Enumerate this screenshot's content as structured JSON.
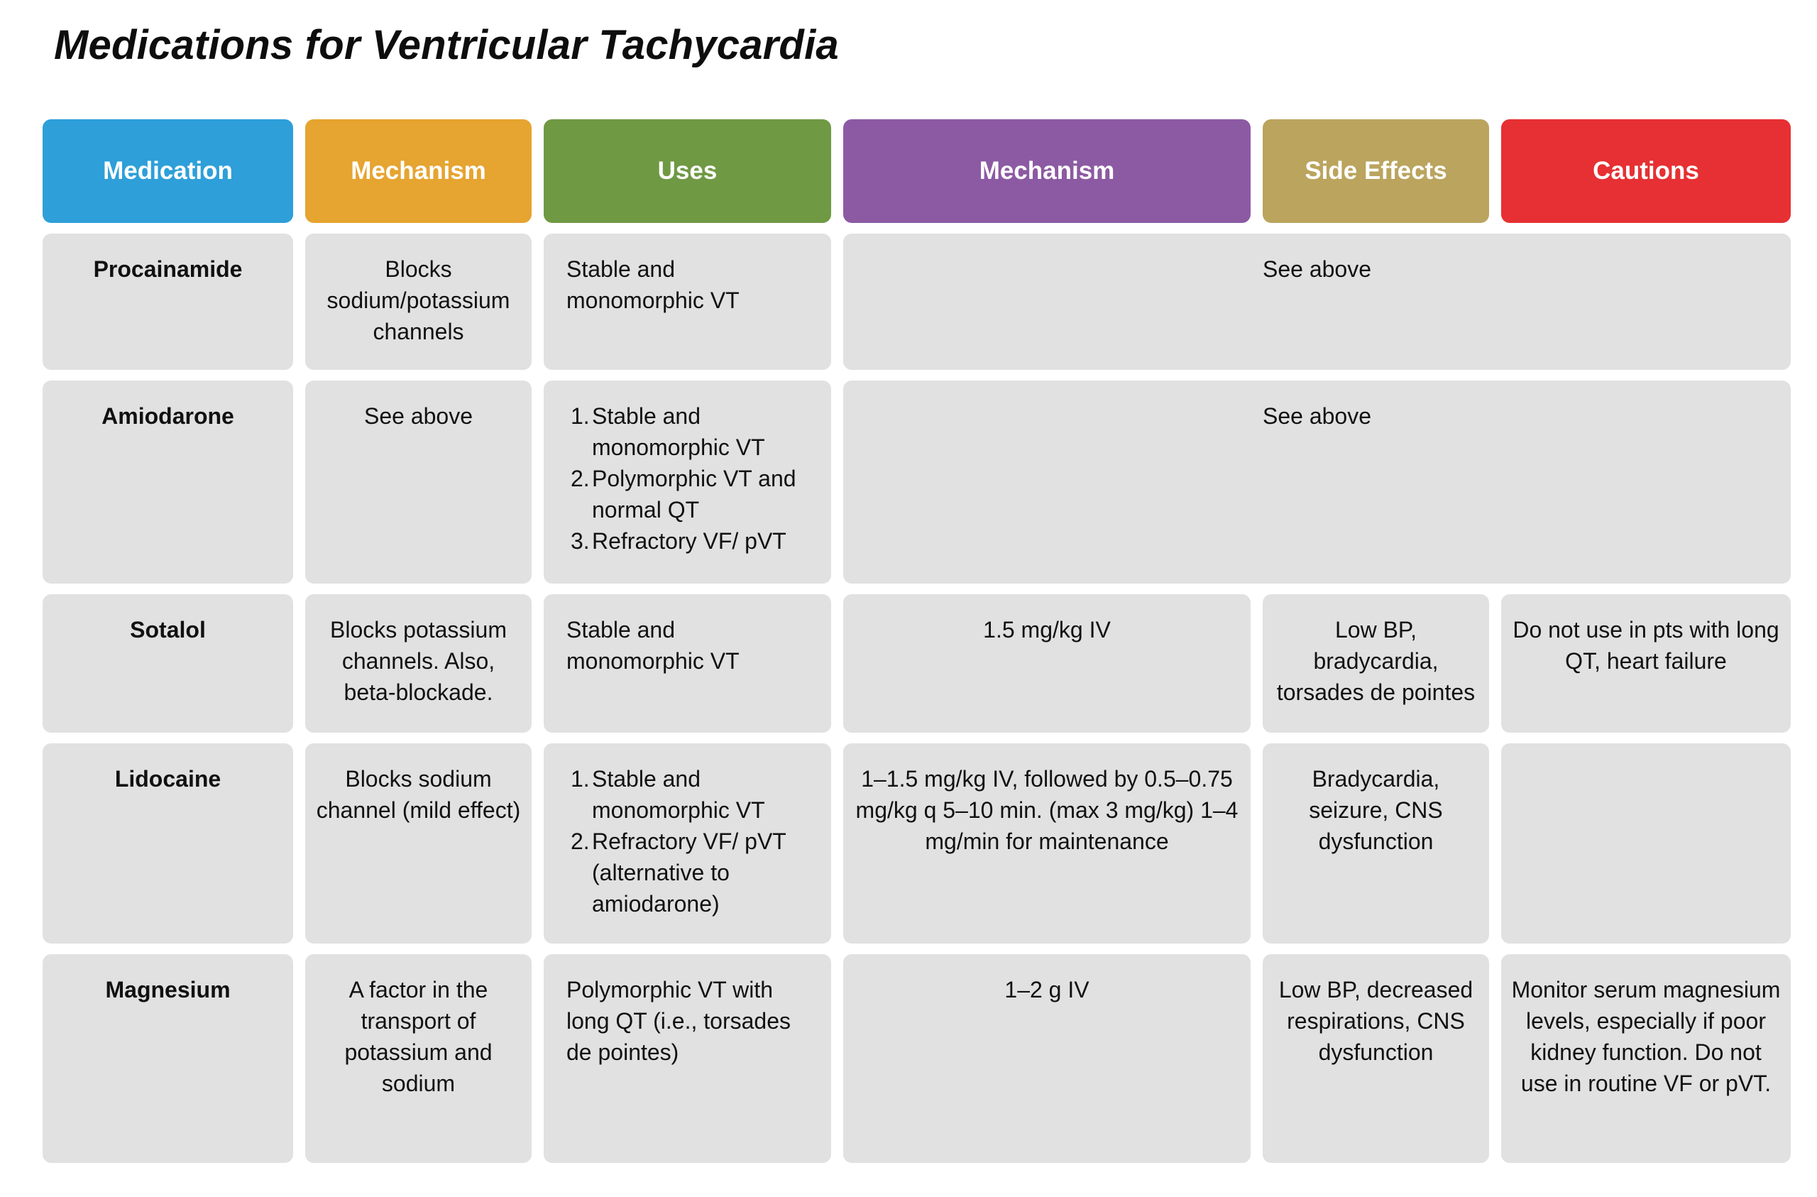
{
  "title": "Medications for Ventricular Tachycardia",
  "colors": {
    "medication": "#2e9fd9",
    "mechanism1": "#e6a430",
    "uses": "#6f9943",
    "mechanism2": "#8c5aa3",
    "side_effects": "#baa45e",
    "cautions": "#e63033",
    "cell_bg": "#e1e1e1"
  },
  "headers": [
    "Medication",
    "Mechanism",
    "Uses",
    "Mechanism",
    "Side Effects",
    "Cautions"
  ],
  "rows": [
    {
      "medication": "Procainamide",
      "mechanism": "Blocks sodium/potassium channels",
      "uses": [
        "Stable and monomorphic VT"
      ],
      "span_text": "See above"
    },
    {
      "medication": "Amiodarone",
      "mechanism": "See above",
      "uses": [
        "Stable and monomorphic VT",
        "Polymorphic VT and normal QT",
        "Refractory VF/ pVT"
      ],
      "span_text": "See above"
    },
    {
      "medication": "Sotalol",
      "mechanism": "Blocks potassium channels. Also, beta-blockade.",
      "uses": [
        "Stable and monomorphic VT"
      ],
      "dose": "1.5 mg/kg IV",
      "side_effects": "Low BP, bradycardia, torsades de pointes",
      "cautions": "Do not use in pts with long QT, heart failure"
    },
    {
      "medication": "Lidocaine",
      "mechanism": "Blocks sodium channel (mild effect)",
      "uses": [
        "Stable and monomorphic VT",
        "Refractory VF/ pVT (alternative to amiodarone)"
      ],
      "dose": "1–1.5 mg/kg IV, followed by 0.5–0.75 mg/kg q 5–10 min. (max 3 mg/kg) 1–4 mg/min for maintenance",
      "side_effects": "Bradycardia, seizure, CNS dysfunction",
      "cautions": ""
    },
    {
      "medication": "Magnesium",
      "mechanism": "A factor in the transport of potassium and sodium",
      "uses": [
        "Polymorphic VT with long QT (i.e., torsades de pointes)"
      ],
      "dose": "1–2 g IV",
      "side_effects": "Low BP, decreased respirations, CNS dysfunction",
      "cautions": "Monitor serum magnesium levels, especially if poor kidney function. Do not use in routine VF or pVT."
    }
  ],
  "list_numbers": [
    "1.",
    "2.",
    "3."
  ]
}
